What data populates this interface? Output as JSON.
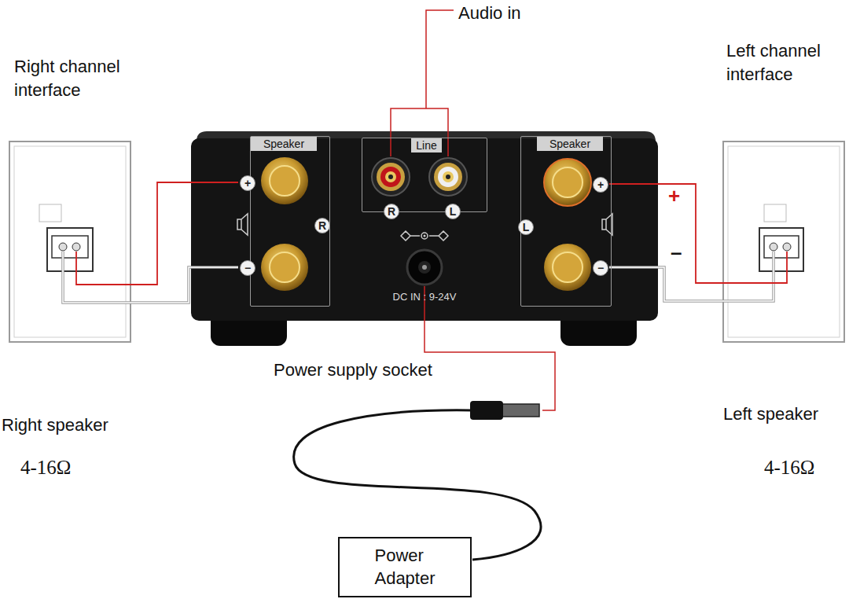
{
  "diagram": {
    "nodes": [
      {
        "text": [
          "DC IN : 9-24V"
        ]
      },
      {
        "text": [
          "Speaker"
        ],
        "in": 0
      },
      {
        "text": [
          "+"
        ],
        "in": 1
      },
      {
        "text": [
          "−"
        ],
        "in": 1
      },
      {
        "text": [
          "R"
        ],
        "in": 1
      },
      {
        "text": [
          "Line"
        ],
        "in": 0
      },
      {
        "text": [
          "R"
        ],
        "in": 5
      },
      {
        "text": [
          "L"
        ],
        "in": 5
      },
      {
        "text": [
          "Speaker"
        ],
        "in": 0
      },
      {
        "text": [
          "+"
        ],
        "in": 8
      },
      {
        "text": [
          "L"
        ],
        "in": 8
      },
      {
        "text": [
          "−"
        ],
        "in": 8
      },
      {
        "text": [
          "Power Adapter"
        ]
      }
    ],
    "labels": [
      "Audio in",
      "Right channel interface",
      "Left channel interface",
      "Power supply socket",
      "Right speaker",
      "4-16Ω",
      "Left speaker",
      "4-16Ω",
      "+",
      "–"
    ]
  }
}
